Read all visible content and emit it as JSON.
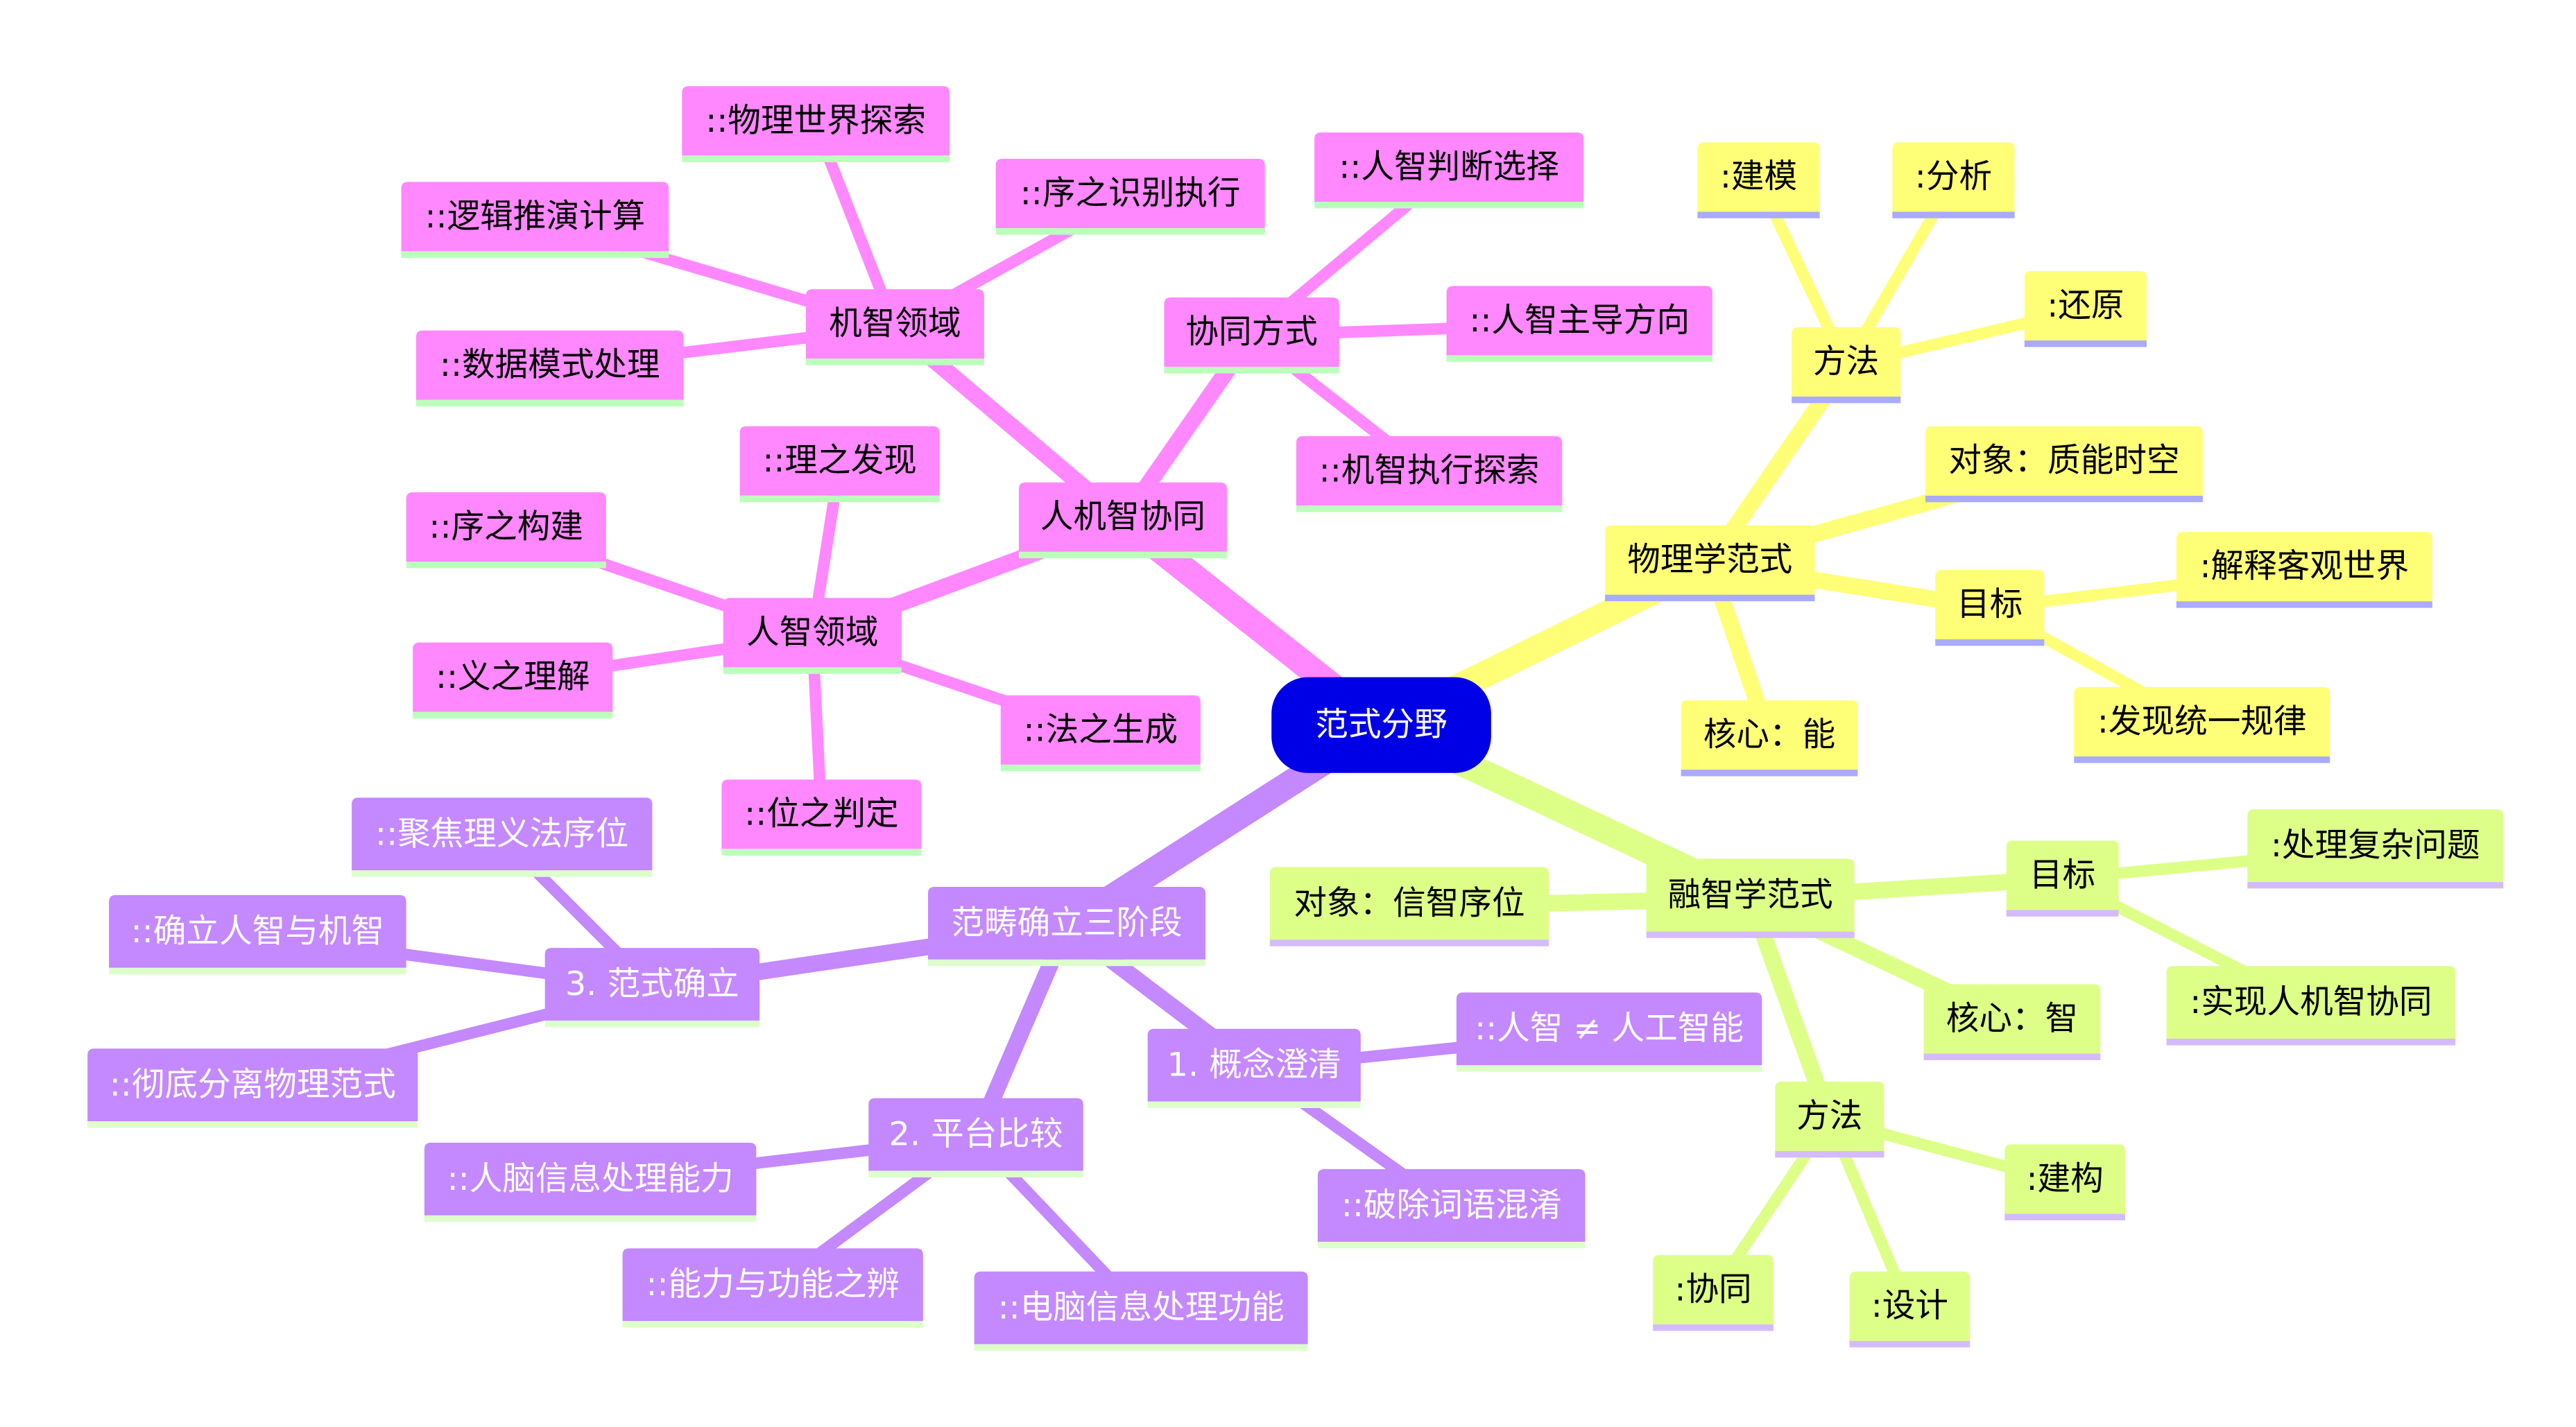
{
  "root": {
    "id": "root",
    "label": "范式分野",
    "color": "#0000e6",
    "text_color": "#ffffff"
  },
  "branches": [
    {
      "name": "pink",
      "color": "#ff88ff",
      "underline": "#bbffbb",
      "text_color": "#000000",
      "nodes": [
        {
          "id": "p0",
          "parent": "root",
          "label": "人机智协同"
        },
        {
          "id": "p1",
          "parent": "p0",
          "label": "机智领域"
        },
        {
          "id": "p1a",
          "parent": "p1",
          "label": "::物理世界探索"
        },
        {
          "id": "p1b",
          "parent": "p1",
          "label": "::逻辑推演计算"
        },
        {
          "id": "p1c",
          "parent": "p1",
          "label": "::数据模式处理"
        },
        {
          "id": "p1d",
          "parent": "p1",
          "label": "::序之识别执行"
        },
        {
          "id": "p2",
          "parent": "p0",
          "label": "协同方式"
        },
        {
          "id": "p2a",
          "parent": "p2",
          "label": "::人智判断选择"
        },
        {
          "id": "p2b",
          "parent": "p2",
          "label": "::人智主导方向"
        },
        {
          "id": "p2c",
          "parent": "p2",
          "label": "::机智执行探索"
        },
        {
          "id": "p3",
          "parent": "p0",
          "label": "人智领域"
        },
        {
          "id": "p3a",
          "parent": "p3",
          "label": "::理之发现"
        },
        {
          "id": "p3b",
          "parent": "p3",
          "label": "::序之构建"
        },
        {
          "id": "p3c",
          "parent": "p3",
          "label": "::义之理解"
        },
        {
          "id": "p3d",
          "parent": "p3",
          "label": "::法之生成"
        },
        {
          "id": "p3e",
          "parent": "p3",
          "label": "::位之判定"
        }
      ]
    },
    {
      "name": "yellow",
      "color": "#ffff77",
      "underline": "#aaaaff",
      "text_color": "#000000",
      "nodes": [
        {
          "id": "y0",
          "parent": "root",
          "label": "物理学范式"
        },
        {
          "id": "y1",
          "parent": "y0",
          "label": "方法"
        },
        {
          "id": "y1a",
          "parent": "y1",
          "label": ":建模"
        },
        {
          "id": "y1b",
          "parent": "y1",
          "label": ":分析"
        },
        {
          "id": "y1c",
          "parent": "y1",
          "label": ":还原"
        },
        {
          "id": "y2",
          "parent": "y0",
          "label": "对象：质能时空"
        },
        {
          "id": "y3",
          "parent": "y0",
          "label": "目标"
        },
        {
          "id": "y3a",
          "parent": "y3",
          "label": ":解释客观世界"
        },
        {
          "id": "y3b",
          "parent": "y3",
          "label": ":发现统一规律"
        },
        {
          "id": "y4",
          "parent": "y0",
          "label": "核心：能"
        }
      ]
    },
    {
      "name": "green",
      "color": "#ddff88",
      "underline": "#d4bbff",
      "text_color": "#000000",
      "nodes": [
        {
          "id": "g0",
          "parent": "root",
          "label": "融智学范式"
        },
        {
          "id": "g1",
          "parent": "g0",
          "label": "对象：信智序位"
        },
        {
          "id": "g2",
          "parent": "g0",
          "label": "目标"
        },
        {
          "id": "g2a",
          "parent": "g2",
          "label": ":处理复杂问题"
        },
        {
          "id": "g2b",
          "parent": "g2",
          "label": ":实现人机智协同"
        },
        {
          "id": "g3",
          "parent": "g0",
          "label": "核心：智"
        },
        {
          "id": "g4",
          "parent": "g0",
          "label": "方法"
        },
        {
          "id": "g4a",
          "parent": "g4",
          "label": ":建构"
        },
        {
          "id": "g4b",
          "parent": "g4",
          "label": ":协同"
        },
        {
          "id": "g4c",
          "parent": "g4",
          "label": ":设计"
        }
      ]
    },
    {
      "name": "purple",
      "color": "#c488ff",
      "underline": "#ddffcc",
      "text_color": "#ffffff",
      "nodes": [
        {
          "id": "u0",
          "parent": "root",
          "label": "范畴确立三阶段"
        },
        {
          "id": "u1",
          "parent": "u0",
          "label": "3. 范式确立"
        },
        {
          "id": "u1a",
          "parent": "u1",
          "label": "::聚焦理义法序位"
        },
        {
          "id": "u1b",
          "parent": "u1",
          "label": "::确立人智与机智"
        },
        {
          "id": "u1c",
          "parent": "u1",
          "label": "::彻底分离物理范式"
        },
        {
          "id": "u2",
          "parent": "u0",
          "label": "2. 平台比较"
        },
        {
          "id": "u2a",
          "parent": "u2",
          "label": "::人脑信息处理能力"
        },
        {
          "id": "u2b",
          "parent": "u2",
          "label": "::能力与功能之辨"
        },
        {
          "id": "u2c",
          "parent": "u2",
          "label": "::电脑信息处理功能"
        },
        {
          "id": "u3",
          "parent": "u0",
          "label": "1. 概念澄清"
        },
        {
          "id": "u3a",
          "parent": "u3",
          "label": "::人智 ≠ 人工智能"
        },
        {
          "id": "u3b",
          "parent": "u3",
          "label": "::破除词语混淆"
        }
      ]
    }
  ]
}
